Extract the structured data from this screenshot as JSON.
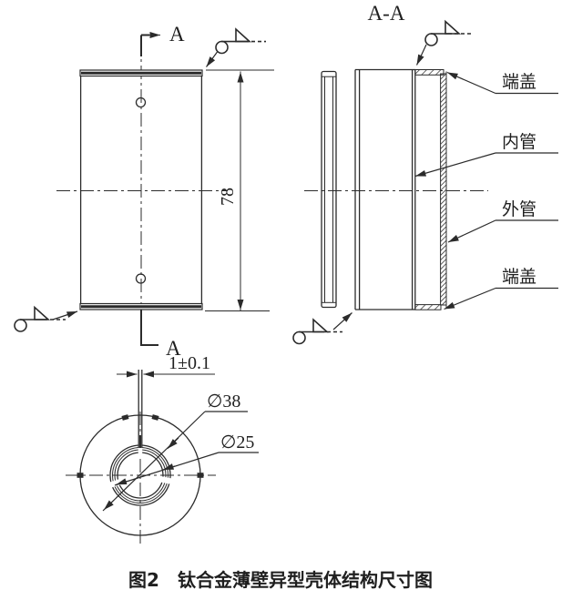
{
  "figure": {
    "caption": "图2　钛合金薄壁异型壳体结构尺寸图",
    "colors": {
      "line": "#2b2b2b",
      "background": "#ffffff"
    },
    "front_view": {
      "section_label_top": "A",
      "section_label_bottom": "A",
      "height_dim": "78"
    },
    "section_view": {
      "title": "A-A",
      "label_end_cap_top": "端盖",
      "label_inner_tube": "内管",
      "label_outer_tube": "外管",
      "label_end_cap_bottom": "端盖"
    },
    "bottom_view": {
      "slot_dim": "1±0.1",
      "outer_diameter": "∅38",
      "inner_diameter": "∅25"
    }
  }
}
